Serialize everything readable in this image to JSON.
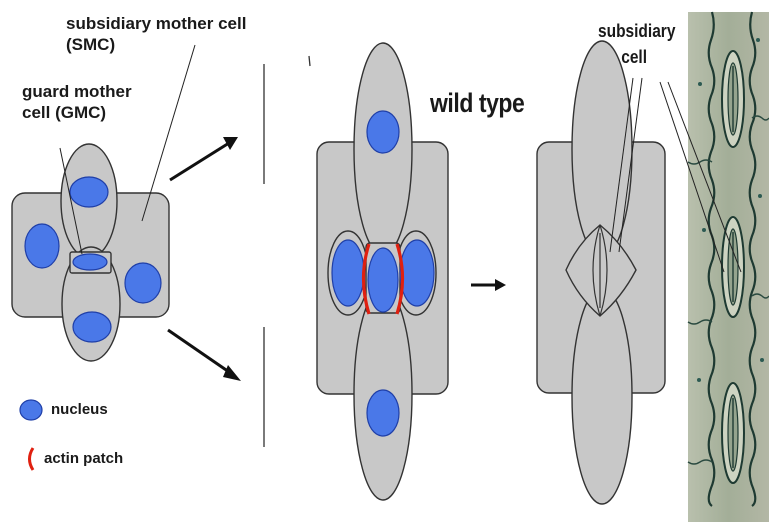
{
  "labels": {
    "smc": "subsidiary mother cell (SMC)",
    "gmc": "guard mother cell (GMC)",
    "wild_type": "wild type",
    "subsidiary_cell": "subsidiary cell"
  },
  "legend": {
    "nucleus": "nucleus",
    "actin_patch": "actin patch"
  },
  "colors": {
    "cell_fill": "#c8c8c8",
    "cell_stroke": "#333333",
    "nucleus_fill": "#4a78e8",
    "nucleus_stroke": "#1f3fa8",
    "actin_patch": "#e02010",
    "micrograph_bg": "#a8b29c",
    "micrograph_wall": "#1e3a32"
  }
}
